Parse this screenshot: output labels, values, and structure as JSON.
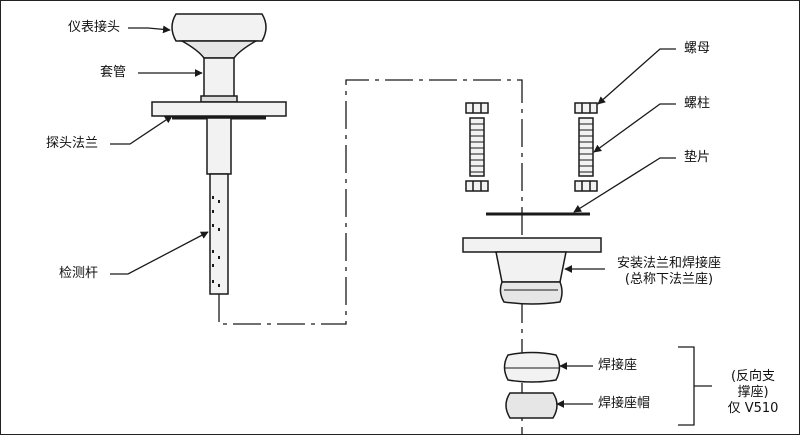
{
  "labels": {
    "instrument_connector": "仪表接头",
    "sleeve": "套管",
    "probe_flange": "探头法兰",
    "detection_rod": "检测杆",
    "nut": "螺母",
    "stud": "螺柱",
    "gasket": "垫片",
    "mount_flange_line1": "安装法兰和焊接座",
    "mount_flange_line2": "(总称下法兰座)",
    "weld_seat": "焊接座",
    "weld_seat_cap": "焊接座帽",
    "reverse_support_line1": "(反向支",
    "reverse_support_line2": "撑座)",
    "reverse_support_line3": "仅 V510"
  },
  "colors": {
    "line": "#1a1a1a",
    "fill_light": "#f2f2f2",
    "fill_mid": "#dcdcdc"
  }
}
